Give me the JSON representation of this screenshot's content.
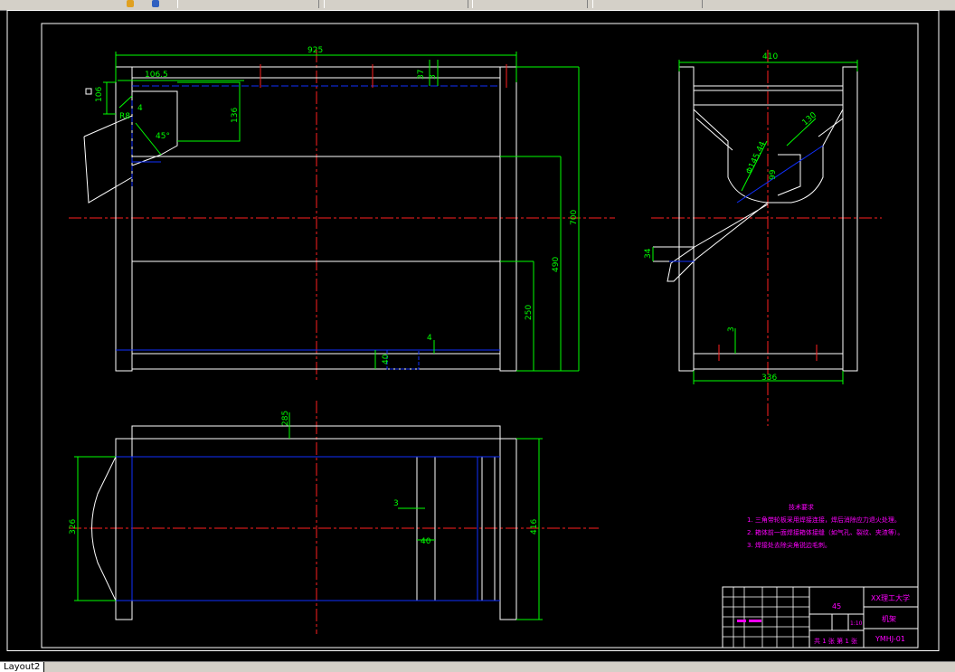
{
  "status_bar": {
    "layout_tab": "Layout2"
  },
  "dims": {
    "front_width": "925",
    "front_left": "106.5",
    "front_top_h": "106",
    "front_r8": "R8",
    "front_4a": "4",
    "front_hopper_h": "136",
    "front_angle": "45°",
    "front_37": "37",
    "front_3": "3",
    "front_height": "700",
    "front_490": "490",
    "front_250": "250",
    "front_40": "40",
    "front_4b": "4",
    "side_width": "410",
    "side_130": "130",
    "side_phi": "Φ145.44",
    "side_99": "99",
    "side_34": "34",
    "side_3": "3",
    "side_bottom": "336",
    "top_285": "285",
    "top_326": "326",
    "top_3": "3",
    "top_40": "40",
    "top_416": "416"
  },
  "notes": {
    "heading": "技术要求",
    "items": [
      "1. 三角带轮板采用焊接连接，焊后消除应力退火处理。",
      "2. 箱体前一面焊接箱体接缝（如气孔、裂纹、夹渣等）。",
      "3. 焊接处去除尖角锐边毛刺。"
    ]
  },
  "title_block": {
    "material": "45",
    "school": "XX理工大学",
    "drawing_name": "机架",
    "drawing_no": "YMHJ-01",
    "scale": "1:10",
    "sheet": "共 1 张  第 1 张"
  },
  "colors": {
    "white": "#ffffff",
    "blue": "#1030ff",
    "red": "#ff2020",
    "green": "#00ff00",
    "magenta": "#ff00ff",
    "black": "#000000"
  }
}
